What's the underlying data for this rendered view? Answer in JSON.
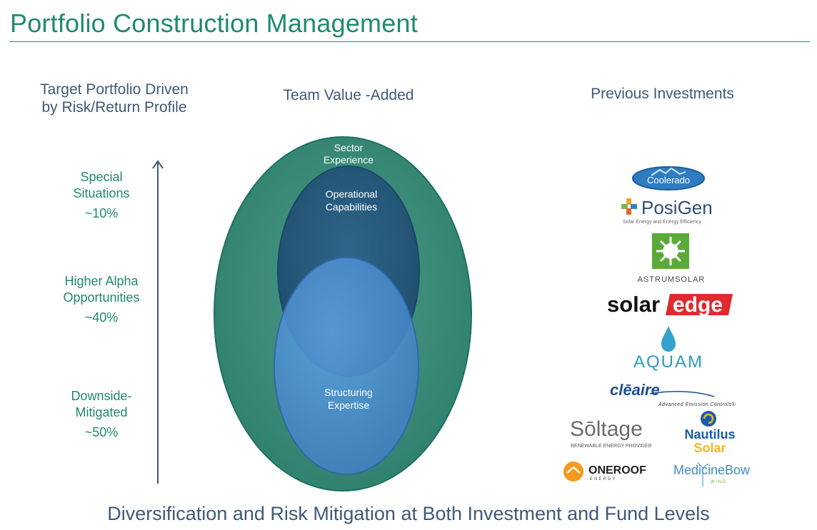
{
  "page": {
    "title": "Portfolio Construction Management",
    "footer": "Diversification and Risk Mitigation at Both Investment and Fund Levels"
  },
  "left": {
    "heading_line1": "Target Portfolio Driven",
    "heading_line2": "by Risk/Return Profile",
    "tiers": [
      {
        "line1": "Special",
        "line2": "Situations",
        "pct": "~10%"
      },
      {
        "line1": "Higher Alpha",
        "line2": "Opportunities",
        "pct": "~40%"
      },
      {
        "line1": "Downside-",
        "line2": "Mitigated",
        "pct": "~50%"
      }
    ]
  },
  "center": {
    "heading": "Team Value -Added",
    "outer_line1": "Sector",
    "outer_line2": "Experience",
    "middle_line1": "Operational",
    "middle_line2": "Capabilities",
    "inner_line1": "Structuring",
    "inner_line2": "Expertise"
  },
  "right": {
    "heading": "Previous Investments",
    "logos": {
      "coolerado": "Coolerado",
      "posigen": "PosiGen",
      "posigen_tag": "Solar Energy and Energy Efficiency",
      "astrum": "ASTRUMSOLAR",
      "solaredge_a": "solar",
      "solaredge_b": "edge",
      "aquam": "AQUAM",
      "cleaire": "clēaire",
      "cleaire_tag": "Advanced Emission Controls®",
      "soltage": "Sōltage",
      "soltage_tag": "RENEWABLE ENERGY PROVIDER",
      "nautilus_a": "Nautilus",
      "nautilus_b": "Solar",
      "oneroof": "ONEROOF",
      "oneroof_tag": "ENERGY",
      "medicinebow": "MedicineBow",
      "medicinebow_tag": "W I N D"
    }
  },
  "colors": {
    "title": "#1f8a6e",
    "heading": "#3e5a78",
    "outer_ellipse": "#3b8e7d",
    "middle_ellipse": "#275a7a",
    "inner_ellipse": "#4d8fd0",
    "solaredge_red": "#e02a2f",
    "nautilus_blue": "#1b5ca8",
    "nautilus_yellow": "#f2b81f",
    "oneroof_orange": "#f39a1e"
  }
}
